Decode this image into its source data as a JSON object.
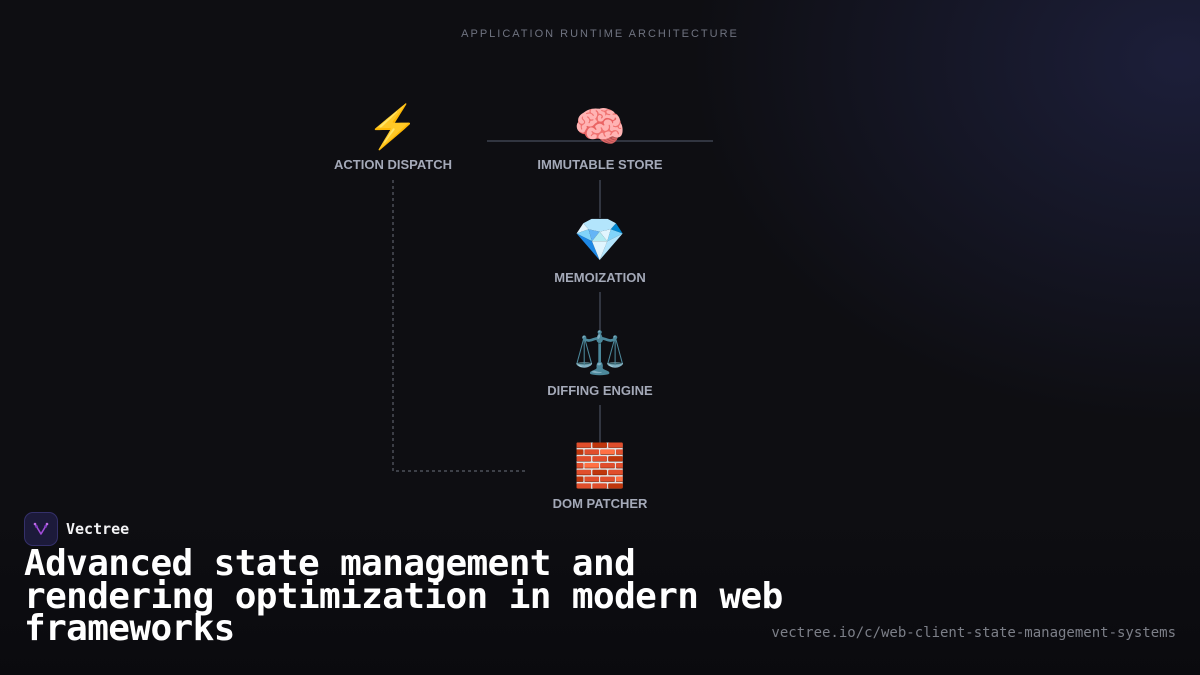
{
  "diagram": {
    "title": "APPLICATION RUNTIME ARCHITECTURE",
    "nodes": [
      {
        "id": "action-dispatch",
        "icon": "⚡",
        "icon_name": "lightning-icon",
        "label": "ACTION DISPATCH"
      },
      {
        "id": "immutable-store",
        "icon": "🧠",
        "icon_name": "brain-icon",
        "label": "IMMUTABLE STORE"
      },
      {
        "id": "memoization",
        "icon": "💎",
        "icon_name": "gem-icon",
        "label": "MEMOIZATION"
      },
      {
        "id": "diffing-engine",
        "icon": "⚖️",
        "icon_name": "scales-icon",
        "label": "DIFFING ENGINE"
      },
      {
        "id": "dom-patcher",
        "icon": "🧱",
        "icon_name": "brick-icon",
        "label": "DOM PATCHER"
      }
    ],
    "edges": [
      {
        "from": "action-dispatch",
        "to": "immutable-store",
        "style": "solid"
      },
      {
        "from": "immutable-store",
        "to": "memoization",
        "style": "solid"
      },
      {
        "from": "memoization",
        "to": "diffing-engine",
        "style": "solid"
      },
      {
        "from": "diffing-engine",
        "to": "dom-patcher",
        "style": "solid"
      },
      {
        "from": "action-dispatch",
        "to": "dom-patcher",
        "style": "dashed"
      }
    ]
  },
  "brand": {
    "name": "Vectree",
    "logo_icon": "vectree-logo-icon",
    "accent_color": "#a24bd8"
  },
  "headline": "Advanced state management and rendering optimization in modern web frameworks",
  "url": "vectree.io/c/web-client-state-management-systems",
  "colors": {
    "background": "#0e0e12",
    "connector_solid": "#3d4250",
    "connector_dashed": "#5a5e6a",
    "label": "#a4a9b8"
  }
}
